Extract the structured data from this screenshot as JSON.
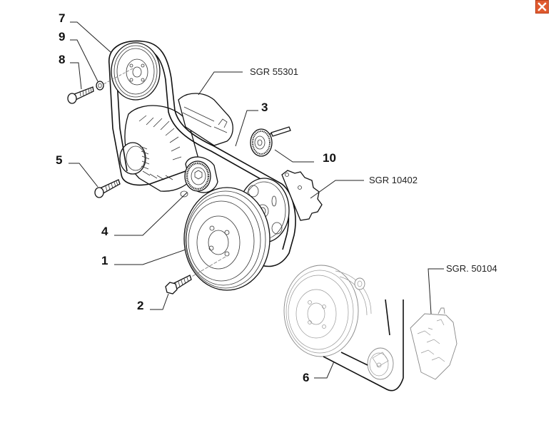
{
  "window": {
    "close_button": {
      "icon": "close-icon",
      "color": "#e05a2e"
    }
  },
  "diagram": {
    "title": "Accessory drive belt assembly",
    "callouts": [
      {
        "id": "7",
        "label": "7",
        "part": "upper-pulley"
      },
      {
        "id": "9",
        "label": "9",
        "part": "washer"
      },
      {
        "id": "8",
        "label": "8",
        "part": "pulley-bolt"
      },
      {
        "id": "5",
        "label": "5",
        "part": "bolt"
      },
      {
        "id": "3",
        "label": "3",
        "part": "drive-belt"
      },
      {
        "id": "10",
        "label": "10",
        "part": "idler-roller"
      },
      {
        "id": "4",
        "label": "4",
        "part": "tensioner-roller"
      },
      {
        "id": "1",
        "label": "1",
        "part": "crankshaft-pulley"
      },
      {
        "id": "2",
        "label": "2",
        "part": "crankshaft-pulley-bolt"
      },
      {
        "id": "6",
        "label": "6",
        "part": "ac-compressor-belt"
      }
    ],
    "references": [
      {
        "id": "sgr-55301",
        "label": "SGR 55301"
      },
      {
        "id": "sgr-10402",
        "label": "SGR 10402"
      },
      {
        "id": "sgr-50104",
        "label": "SGR. 50104"
      }
    ]
  }
}
